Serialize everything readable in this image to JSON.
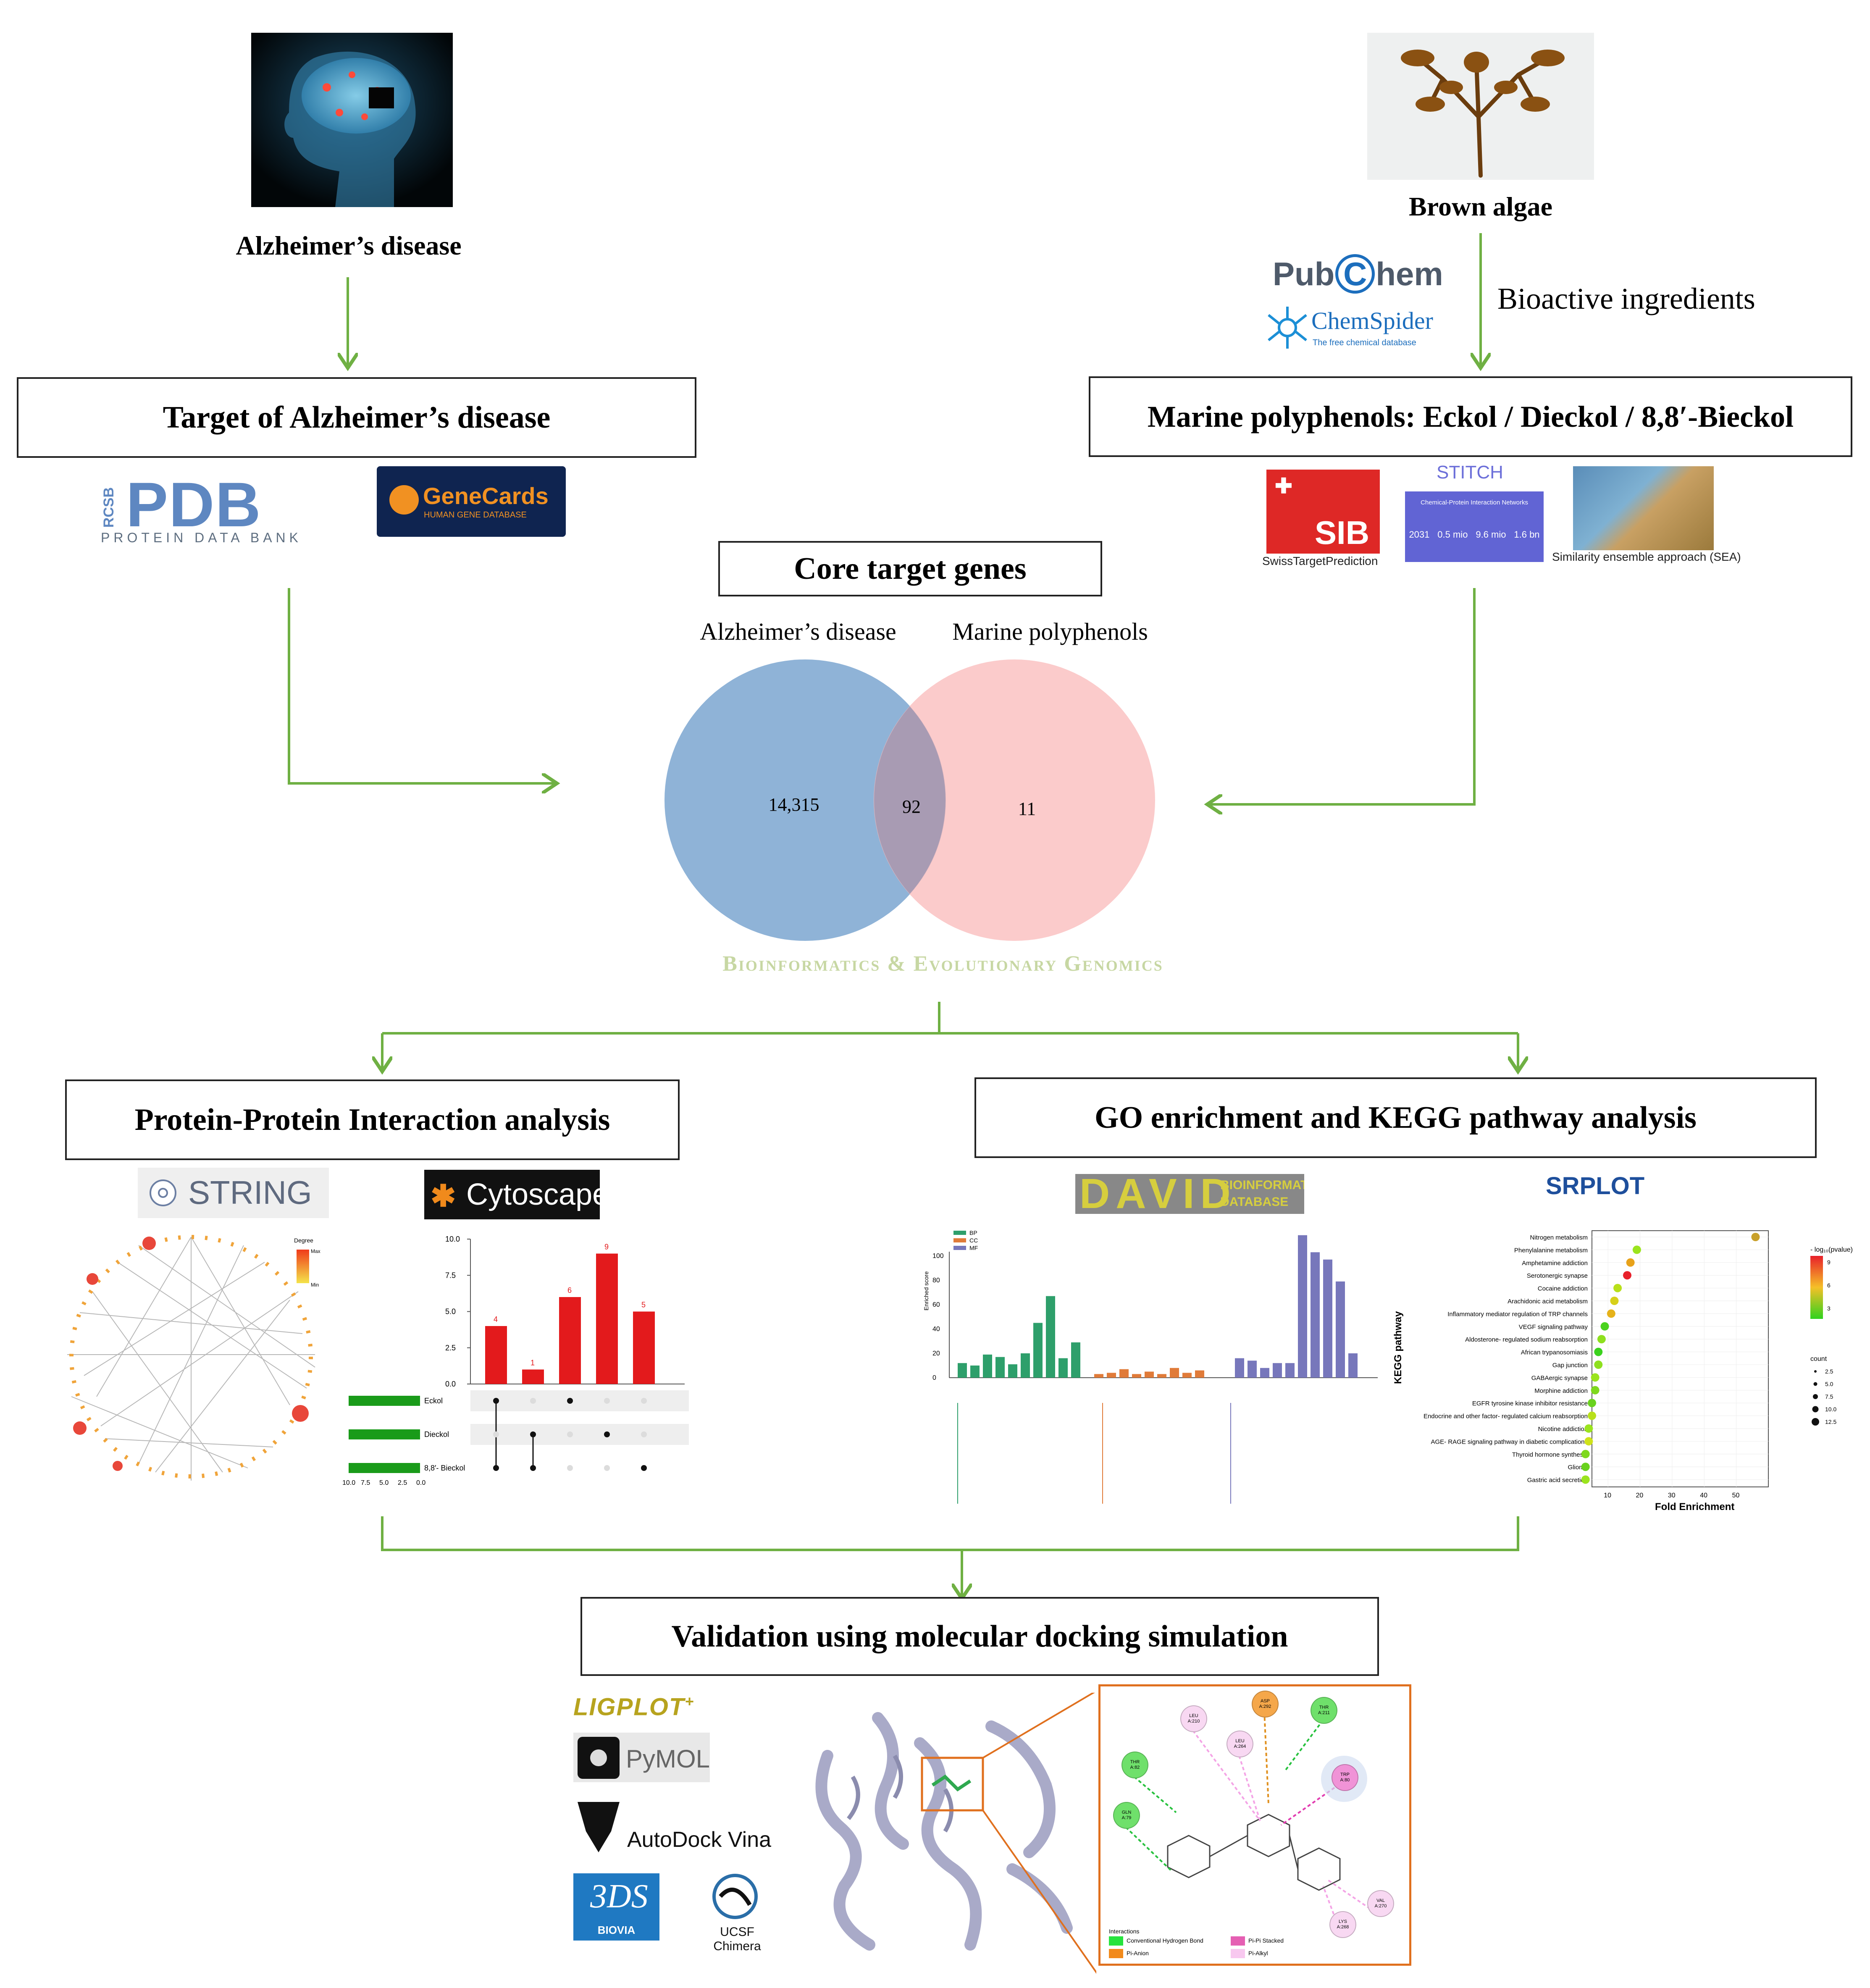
{
  "alzheimer": {
    "label": "Alzheimer’s disease"
  },
  "algae": {
    "label": "Brown algae",
    "bioactive": "Bioactive ingredients"
  },
  "boxes": {
    "target": "Target of Alzheimer’s disease",
    "marine": "Marine polyphenols:  Eckol / Dieckol / 8,8′-Bieckol",
    "core": "Core target genes",
    "ppi": "Protein-Protein Interaction analysis",
    "go": "GO enrichment and KEGG pathway analysis",
    "docking": "Validation using molecular docking simulation"
  },
  "logos": {
    "pubchem_a": "Pub",
    "pubchem_c": "C",
    "pubchem_b": "hem",
    "chemspider": "ChemSpider",
    "chemspider_sub": "The free chemical database",
    "rcsb": "RCSB",
    "pdb": "PDB",
    "pdb_sub": "PROTEIN DATA BANK",
    "genecards": "GeneCards",
    "genecards_sub": "HUMAN GENE DATABASE",
    "sib": "SIB",
    "swiss": "SwissTargetPrediction",
    "stitch": "STITCH",
    "stitch_sub": "Chemical-Protein Interaction Networks",
    "stitch_cols": [
      "2031",
      "0.5 mio",
      "9.6 mio",
      "1.6 bn"
    ],
    "sea": "Similarity ensemble approach (SEA)",
    "string": "STRING",
    "cytoscape": "Cytoscape",
    "david": "DAVID",
    "david_sub1": "BIOINFORMATICS",
    "david_sub2": "DATABASE",
    "srplot": "SRPLOT",
    "ligplot": "LIGPLOT",
    "ligplot_sup": "+",
    "pymol": "PyMOL",
    "autodock": "AutoDock Vina",
    "biovia": "BIOVIA",
    "biovia_mark": "3DS",
    "chimera": "UCSF Chimera"
  },
  "venn": {
    "left_label": "Alzheimer’s disease",
    "right_label": "Marine polyphenols",
    "left_only": "14,315",
    "overlap": "92",
    "right_only": "11",
    "left_color": "#7BA6D0",
    "right_color": "#F9B9B9",
    "footer": "Bioinformatics & Evolutionary Genomics"
  },
  "network": {
    "legend_title": "Degree",
    "legend_max": "Max",
    "legend_min": "Min"
  },
  "upset": {
    "y_ticks": [
      "10.0",
      "7.5",
      "5.0",
      "2.5",
      "0.0"
    ],
    "bars": [
      4,
      1,
      6,
      9,
      5
    ],
    "bar_labels": [
      "4",
      "1",
      "6",
      "9",
      "5"
    ],
    "sets": [
      "Eckol",
      "Dieckol",
      "8,8′- Bieckol"
    ],
    "x_ticks": [
      "10.0",
      "7.5",
      "5.0",
      "2.5",
      "0.0"
    ]
  },
  "go_chart": {
    "legend": [
      "BP",
      "CC",
      "MF"
    ],
    "colors": [
      "#2E9F6B",
      "#E07B39",
      "#7777BB"
    ],
    "y_ticks": [
      "100",
      "80",
      "60",
      "40",
      "20",
      "0"
    ],
    "ylabel": "Enriched score",
    "bp": [
      12,
      10,
      19,
      17,
      11,
      20,
      45,
      67,
      16,
      29
    ],
    "cc": [
      3,
      4,
      7,
      3,
      5,
      3,
      8,
      4,
      6
    ],
    "mf": [
      16,
      14,
      8,
      12,
      12,
      117,
      103,
      97,
      79,
      20
    ]
  },
  "kegg": {
    "pathways": [
      "Nitrogen metabolism",
      "Phenylalanine metabolism",
      "Amphetamine addiction",
      "Serotonergic synapse",
      "Cocaine addiction",
      "Arachidonic acid metabolism",
      "Inflammatory mediator regulation of TRP channels",
      "VEGF signaling pathway",
      "Aldosterone- regulated sodium reabsorption",
      "African trypanosomiasis",
      "Gap junction",
      "GABAergic synapse",
      "Morphine addiction",
      "EGFR tyrosine kinase inhibitor resistance",
      "Endocrine and other factor- regulated calcium reabsorption",
      "Nicotine addiction",
      "AGE- RAGE signaling pathway in diabetic complications",
      "Thyroid hormone synthesis",
      "Glioma",
      "Gastric acid secretion"
    ],
    "fold": [
      56,
      19,
      17,
      16,
      13,
      12,
      11,
      9,
      8,
      7,
      7,
      6,
      6,
      5,
      5,
      4,
      4,
      3,
      3,
      3
    ],
    "x_ticks": [
      "10",
      "20",
      "30",
      "40",
      "50"
    ],
    "xlabel": "Fold Enrichment",
    "ylabel": "KEGG pathway",
    "legend_title": "- log₁₀(pvalue)",
    "legend_vals": [
      "9",
      "6",
      "3"
    ],
    "count_title": "count",
    "count_vals": [
      "2.5",
      "5.0",
      "7.5",
      "10.0",
      "12.5"
    ]
  },
  "docking": {
    "residues": [
      {
        "t": "ASP",
        "n": "A:292"
      },
      {
        "t": "THR",
        "n": "A:211"
      },
      {
        "t": "LEU",
        "n": "A:210"
      },
      {
        "t": "LEU",
        "n": "A:264"
      },
      {
        "t": "THR",
        "n": "A:82"
      },
      {
        "t": "TRP",
        "n": "A:80"
      },
      {
        "t": "GLN",
        "n": "A:79"
      },
      {
        "t": "VAL",
        "n": "A:270"
      },
      {
        "t": "LYS",
        "n": "A:268"
      }
    ],
    "legend_title": "Interactions",
    "legend": [
      "Conventional Hydrogen Bond",
      "Pi-Anion",
      "Pi-Pi Stacked",
      "Pi-Alkyl"
    ]
  }
}
